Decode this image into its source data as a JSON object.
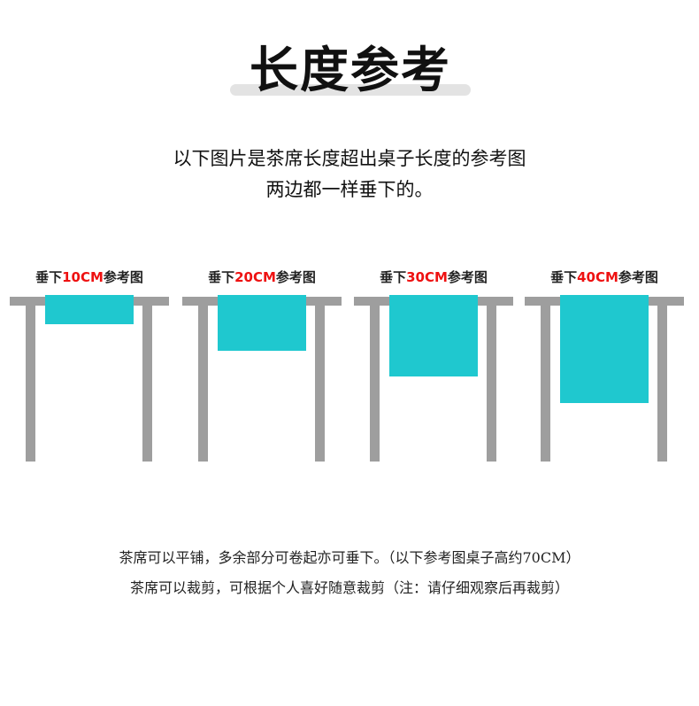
{
  "title": "长度参考",
  "intro": {
    "line1": "以下图片是茶席长度超出桌子长度的参考图",
    "line2": "两边都一样垂下的。"
  },
  "diagrams": [
    {
      "prefix": "垂下",
      "amount": "10CM",
      "suffix": "参考图",
      "drop_cm": 10
    },
    {
      "prefix": "垂下",
      "amount": "20CM",
      "suffix": "参考图",
      "drop_cm": 20
    },
    {
      "prefix": "垂下",
      "amount": "30CM",
      "suffix": "参考图",
      "drop_cm": 30
    },
    {
      "prefix": "垂下",
      "amount": "40CM",
      "suffix": "参考图",
      "drop_cm": 40
    }
  ],
  "colors": {
    "cloth": "#1fc8cf",
    "table": "#9e9e9e",
    "highlight": "#ee1111",
    "title_bar": "#e3e3e3"
  },
  "notes": {
    "line1": "茶席可以平铺，多余部分可卷起亦可垂下。（以下参考图桌子高约70CM）",
    "line2": "茶席可以裁剪，可根据个人喜好随意裁剪（注：请仔细观察后再裁剪）"
  }
}
